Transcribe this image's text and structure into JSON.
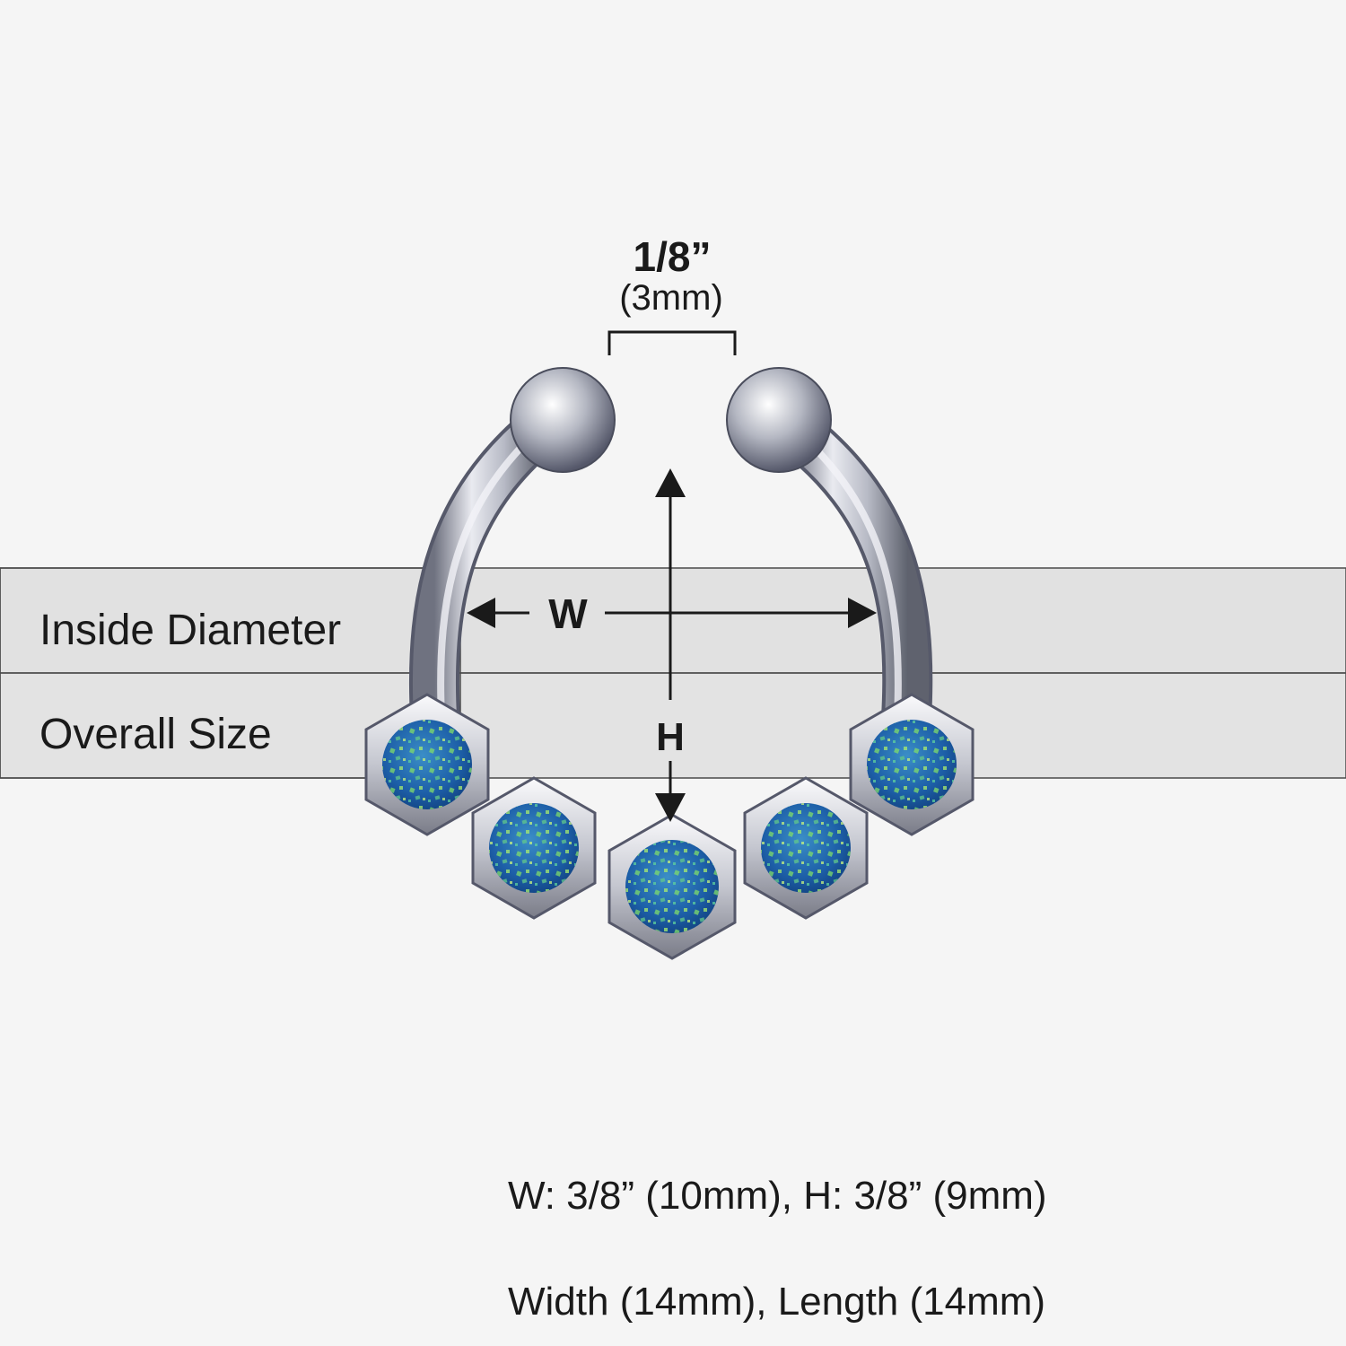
{
  "gap": {
    "fraction": "1/8”",
    "metric": "(3mm)"
  },
  "rows": [
    {
      "label": "Inside Diameter"
    },
    {
      "label": "Overall Size"
    }
  ],
  "axes": {
    "width_letter": "W",
    "height_letter": "H"
  },
  "specs": {
    "inside": "W: 3/8” (10mm), H: 3/8” (9mm)",
    "overall": "Width (14mm), Length (14mm)"
  },
  "colors": {
    "background": "#f5f5f5",
    "row_band": "#cfcfcf",
    "metal": "#b9bcc6",
    "opal_blue": "#1d5fa8",
    "opal_fleck": "#7fdc6a",
    "text": "#1a1a1a"
  },
  "stones": {
    "count": 5,
    "type": "opal-icon"
  }
}
